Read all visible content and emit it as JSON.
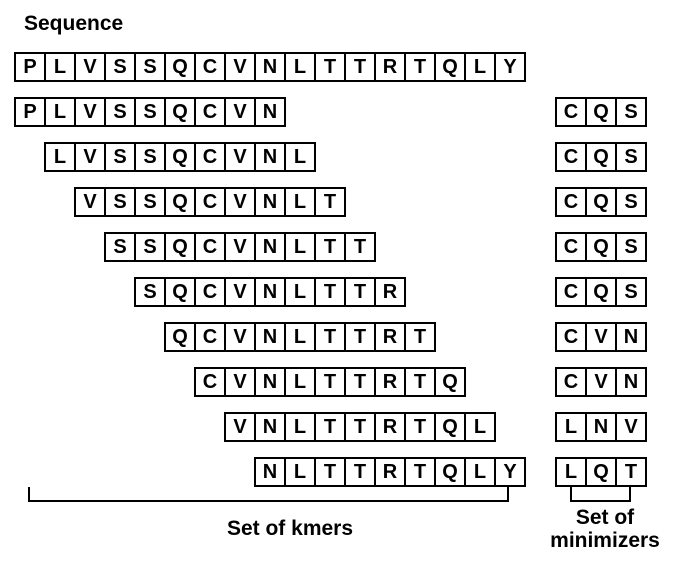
{
  "title": "Sequence",
  "sequence": [
    "P",
    "L",
    "V",
    "S",
    "S",
    "Q",
    "C",
    "V",
    "N",
    "L",
    "T",
    "T",
    "R",
    "T",
    "Q",
    "L",
    "Y"
  ],
  "kmer_rows": [
    {
      "kmer": [
        "P",
        "L",
        "V",
        "S",
        "S",
        "Q",
        "C",
        "V",
        "N"
      ],
      "minimizer": [
        "C",
        "Q",
        "S"
      ]
    },
    {
      "kmer": [
        "L",
        "V",
        "S",
        "S",
        "Q",
        "C",
        "V",
        "N",
        "L"
      ],
      "minimizer": [
        "C",
        "Q",
        "S"
      ]
    },
    {
      "kmer": [
        "V",
        "S",
        "S",
        "Q",
        "C",
        "V",
        "N",
        "L",
        "T"
      ],
      "minimizer": [
        "C",
        "Q",
        "S"
      ]
    },
    {
      "kmer": [
        "S",
        "S",
        "Q",
        "C",
        "V",
        "N",
        "L",
        "T",
        "T"
      ],
      "minimizer": [
        "C",
        "Q",
        "S"
      ]
    },
    {
      "kmer": [
        "S",
        "Q",
        "C",
        "V",
        "N",
        "L",
        "T",
        "T",
        "R"
      ],
      "minimizer": [
        "C",
        "Q",
        "S"
      ]
    },
    {
      "kmer": [
        "Q",
        "C",
        "V",
        "N",
        "L",
        "T",
        "T",
        "R",
        "T"
      ],
      "minimizer": [
        "C",
        "V",
        "N"
      ]
    },
    {
      "kmer": [
        "C",
        "V",
        "N",
        "L",
        "T",
        "T",
        "R",
        "T",
        "Q"
      ],
      "minimizer": [
        "C",
        "V",
        "N"
      ]
    },
    {
      "kmer": [
        "V",
        "N",
        "L",
        "T",
        "T",
        "R",
        "T",
        "Q",
        "L"
      ],
      "minimizer": [
        "L",
        "N",
        "V"
      ]
    },
    {
      "kmer": [
        "N",
        "L",
        "T",
        "T",
        "R",
        "T",
        "Q",
        "L",
        "Y"
      ],
      "minimizer": [
        "L",
        "Q",
        "T"
      ]
    }
  ],
  "labels": {
    "kmers_set": "Set of kmers",
    "minimizers_set_line1": "Set of",
    "minimizers_set_line2": "minimizers"
  },
  "colors": {
    "background": "#ffffff",
    "box_border": "#000000",
    "text": "#000000"
  },
  "layout_values": {
    "kmer_length": 9,
    "minimizer_length": 3,
    "num_kmers": 9
  }
}
